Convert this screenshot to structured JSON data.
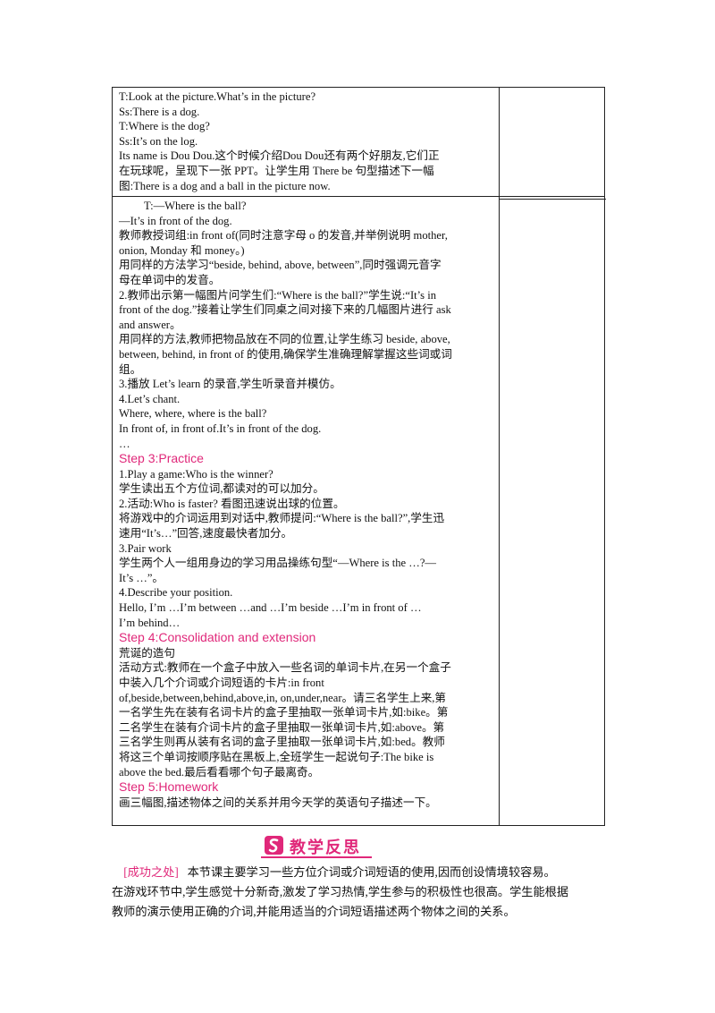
{
  "table": {
    "row1": [
      "T:Look at the picture.What’s in the picture?",
      "Ss:There is a dog.",
      "T:Where is the dog?",
      "Ss:It’s on the log.",
      "Its name is Dou Dou.这个时候介绍Dou Dou还有两个好朋友,它们正",
      "在玩球呢，呈现下一张 PPT。让学生用 There be 句型描述下一幅",
      "图:There is a dog and a ball in the picture now."
    ],
    "row2": [
      {
        "t": "T:—Where is the ball?",
        "indent": true
      },
      {
        "t": "—It’s in front of the dog."
      },
      {
        "t": "教师教授词组:in front of(同时注意字母 o 的发音,并举例说明 mother,"
      },
      {
        "t": "onion, Monday  和 money。)"
      },
      {
        "t": "用同样的方法学习“beside, behind, above, between”,同时强调元音字"
      },
      {
        "t": "母在单词中的发音。"
      },
      {
        "t": "2.教师出示第一幅图片问学生们:“Where is the ball?”学生说:“It’s in"
      },
      {
        "t": "front of the dog.”接着让学生们同桌之间对接下来的几幅图片进行 ask"
      },
      {
        "t": "and answer。"
      },
      {
        "t": "用同样的方法,教师把物品放在不同的位置,让学生练习 beside, above,"
      },
      {
        "t": "between, behind, in front of 的使用,确保学生准确理解掌握这些词或词"
      },
      {
        "t": "组。"
      },
      {
        "t": "3.播放 Let’s learn  的录音,学生听录音并模仿。"
      },
      {
        "t": "4.Let’s chant."
      },
      {
        "t": "Where, where, where is the ball?"
      },
      {
        "t": "In front of, in front of.It’s in front of the dog."
      },
      {
        "t": "…"
      },
      {
        "t": "Step 3:Practice",
        "step": true
      },
      {
        "t": "1.Play a game:Who is the winner?"
      },
      {
        "t": "学生读出五个方位词,都读对的可以加分。"
      },
      {
        "t": "2.活动:Who is faster?  看图迅速说出球的位置。"
      },
      {
        "t": "将游戏中的介词运用到对话中,教师提问:“Where is the ball?”,学生迅"
      },
      {
        "t": "速用“It’s…”回答,速度最快者加分。"
      },
      {
        "t": "3.Pair work"
      },
      {
        "t": "学生两个人一组用身边的学习用品操练句型“—Where is the …?—"
      },
      {
        "t": "It’s …”。"
      },
      {
        "t": "4.Describe your position."
      },
      {
        "t": "Hello, I’m …I’m between …and …I’m beside …I’m in front of …"
      },
      {
        "t": "I’m behind…"
      },
      {
        "t": "Step 4:Consolidation and extension",
        "step": true
      },
      {
        "t": "荒诞的造句"
      },
      {
        "t": "活动方式:教师在一个盒子中放入一些名词的单词卡片,在另一个盒子"
      },
      {
        "t": "中装入几个介词或介词短语的卡片:in front"
      },
      {
        "t": "of,beside,between,behind,above,in, on,under,near。请三名学生上来,第"
      },
      {
        "t": "一名学生先在装有名词卡片的盒子里抽取一张单词卡片,如:bike。第"
      },
      {
        "t": "二名学生在装有介词卡片的盒子里抽取一张单词卡片,如:above。第"
      },
      {
        "t": "三名学生则再从装有名词的盒子里抽取一张单词卡片,如:bed。教师"
      },
      {
        "t": "将这三个单词按顺序贴在黑板上,全班学生一起说句子:The bike is"
      },
      {
        "t": "above the bed.最后看看哪个句子最离奇。"
      },
      {
        "t": "Step 5:Homework",
        "step": true
      },
      {
        "t": "画三幅图,描述物体之间的关系并用今天学的英语句子描述一下。"
      }
    ]
  },
  "section": {
    "title": "教学反思",
    "icon": "reflection-logo-icon",
    "accent": "#e0287a"
  },
  "reflection": {
    "tag": "[成功之处]",
    "line1": "本节课主要学习一些方位介词或介词短语的使用,因而创设情境较容易。",
    "line2": "在游戏环节中,学生感觉十分新奇,激发了学习热情,学生参与的积极性也很高。学生能根据",
    "line3": "教师的演示使用正确的介词,并能用适当的介词短语描述两个物体之间的关系。"
  }
}
